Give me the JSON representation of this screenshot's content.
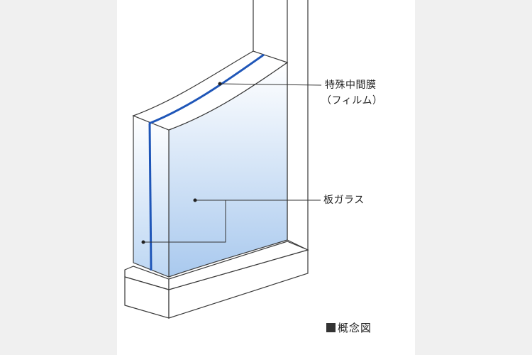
{
  "labels": {
    "film_line1": "特殊中間膜",
    "film_line2": "（フィルム）",
    "glass": "板ガラス"
  },
  "caption": "概念図",
  "icons": [
    "caption-square-icon"
  ],
  "colors": {
    "film": "#1f56b8",
    "glass_top": "#ffffff",
    "glass_bottom": "#a9c9ee",
    "outline": "#3a3a3a"
  }
}
